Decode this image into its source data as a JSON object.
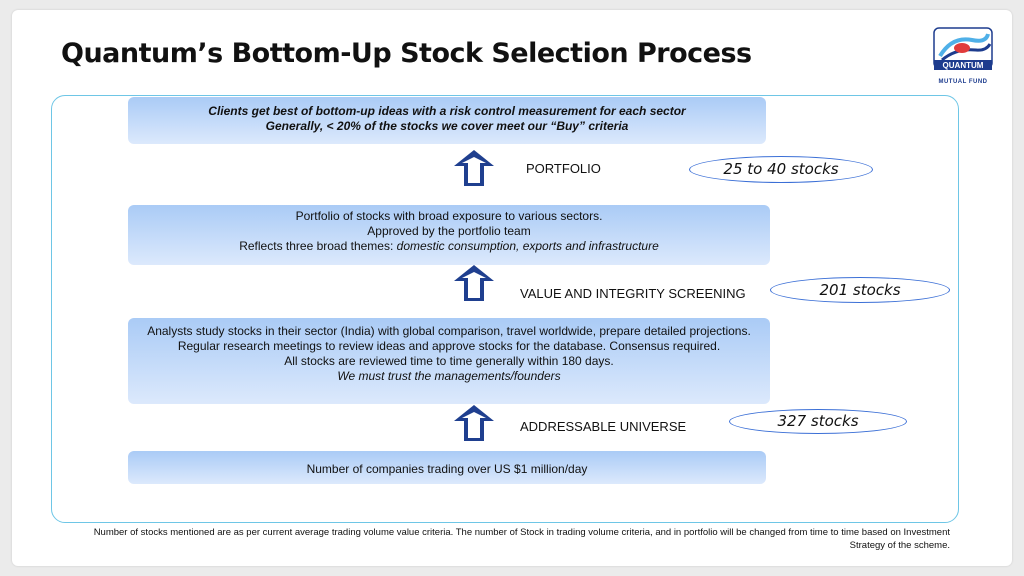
{
  "title": "Quantum’s Bottom-Up Stock Selection Process",
  "logo": {
    "text": "QUANTUM",
    "subtext": "MUTUAL FUND",
    "colors": {
      "blue": "#1d3c8e",
      "red": "#e03b3b",
      "light_blue": "#4fb0e8"
    }
  },
  "boxes": [
    {
      "lines": [
        "Clients get best of bottom-up ideas with a risk control measurement for each sector",
        "Generally, < 20% of the stocks we cover meet our “Buy” criteria"
      ]
    },
    {
      "line1": "Portfolio of stocks with broad exposure to various sectors.",
      "line2": "Approved by the portfolio team",
      "line3_prefix": "Reflects three broad themes: ",
      "line3_italic": "domestic consumption, exports and infrastructure"
    },
    {
      "text_main": "Analysts study stocks in their sector (India) with global comparison, travel worldwide, prepare detailed projections. Regular research meetings to review ideas and approve stocks for the database. Consensus required.",
      "line_review": "All stocks are reviewed time to time generally within 180 days.",
      "line_italic": "We must trust the managements/founders"
    },
    {
      "text": "Number of companies trading over US $1 million/day"
    }
  ],
  "stages": [
    {
      "label": "PORTFOLIO",
      "count": "25 to 40 stocks"
    },
    {
      "label": "VALUE AND INTEGRITY SCREENING",
      "count": "201 stocks"
    },
    {
      "label": "ADDRESSABLE UNIVERSE",
      "count": "327 stocks"
    }
  ],
  "colors": {
    "arrow": "#1f3f8f",
    "box_top": "#aacbf6",
    "box_bottom": "#dce9fc",
    "frame": "#6ec6e6",
    "ellipse": "#3b6fd6"
  },
  "footnote": "Number of stocks mentioned are as per current average trading volume value criteria. The number of Stock in trading volume criteria, and in portfolio will be changed from time to time based on Investment Strategy of the scheme."
}
